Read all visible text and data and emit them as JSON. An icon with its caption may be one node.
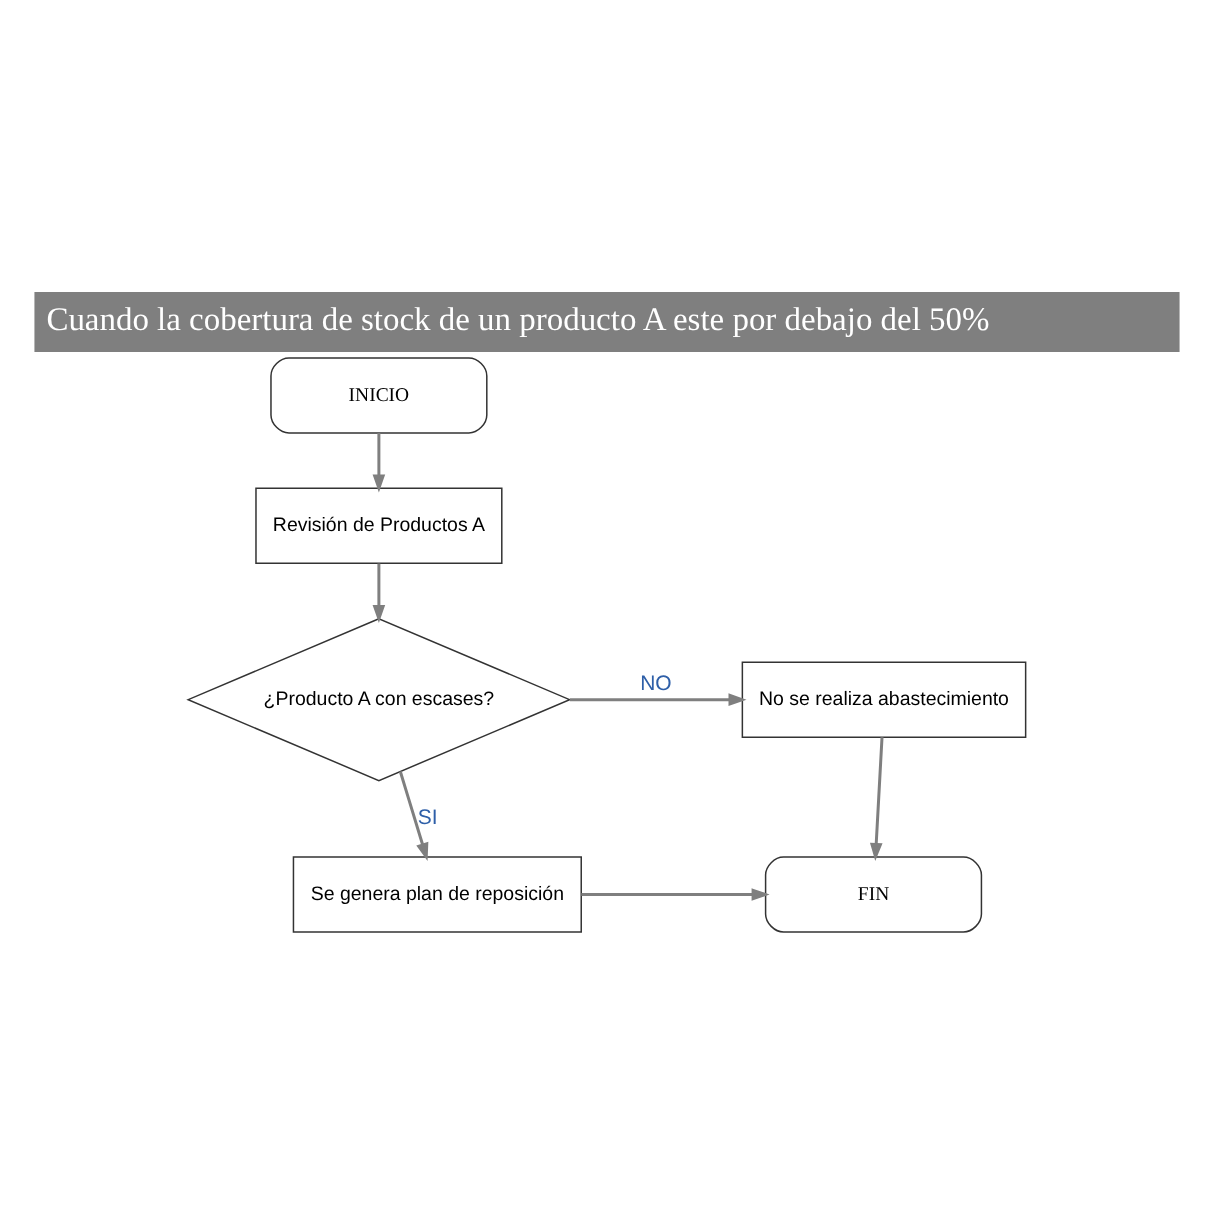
{
  "diagram": {
    "title": "Cuando la cobertura de stock de un producto A este por debajo del 50%",
    "nodes": [
      {
        "text": [
          "INICIO"
        ]
      },
      {
        "text": [
          "Revisión de Productos A"
        ]
      },
      {
        "text": [
          "¿Producto A con escases?"
        ]
      },
      {
        "text": [
          "No se realiza abastecimiento"
        ]
      },
      {
        "text": [
          "Se genera plan de reposición"
        ]
      },
      {
        "text": [
          "FIN"
        ]
      }
    ],
    "edges": [
      {
        "from": 0,
        "to": 1,
        "arrow": "to"
      },
      {
        "from": 1,
        "to": 2,
        "arrow": "to"
      },
      {
        "from": 2,
        "to": 3,
        "arrow": "to",
        "label": "NO"
      },
      {
        "from": 2,
        "to": 4,
        "arrow": "to",
        "label": "SI"
      },
      {
        "from": 3,
        "to": 5,
        "arrow": "to"
      },
      {
        "from": 4,
        "to": 5,
        "arrow": "to"
      }
    ]
  }
}
